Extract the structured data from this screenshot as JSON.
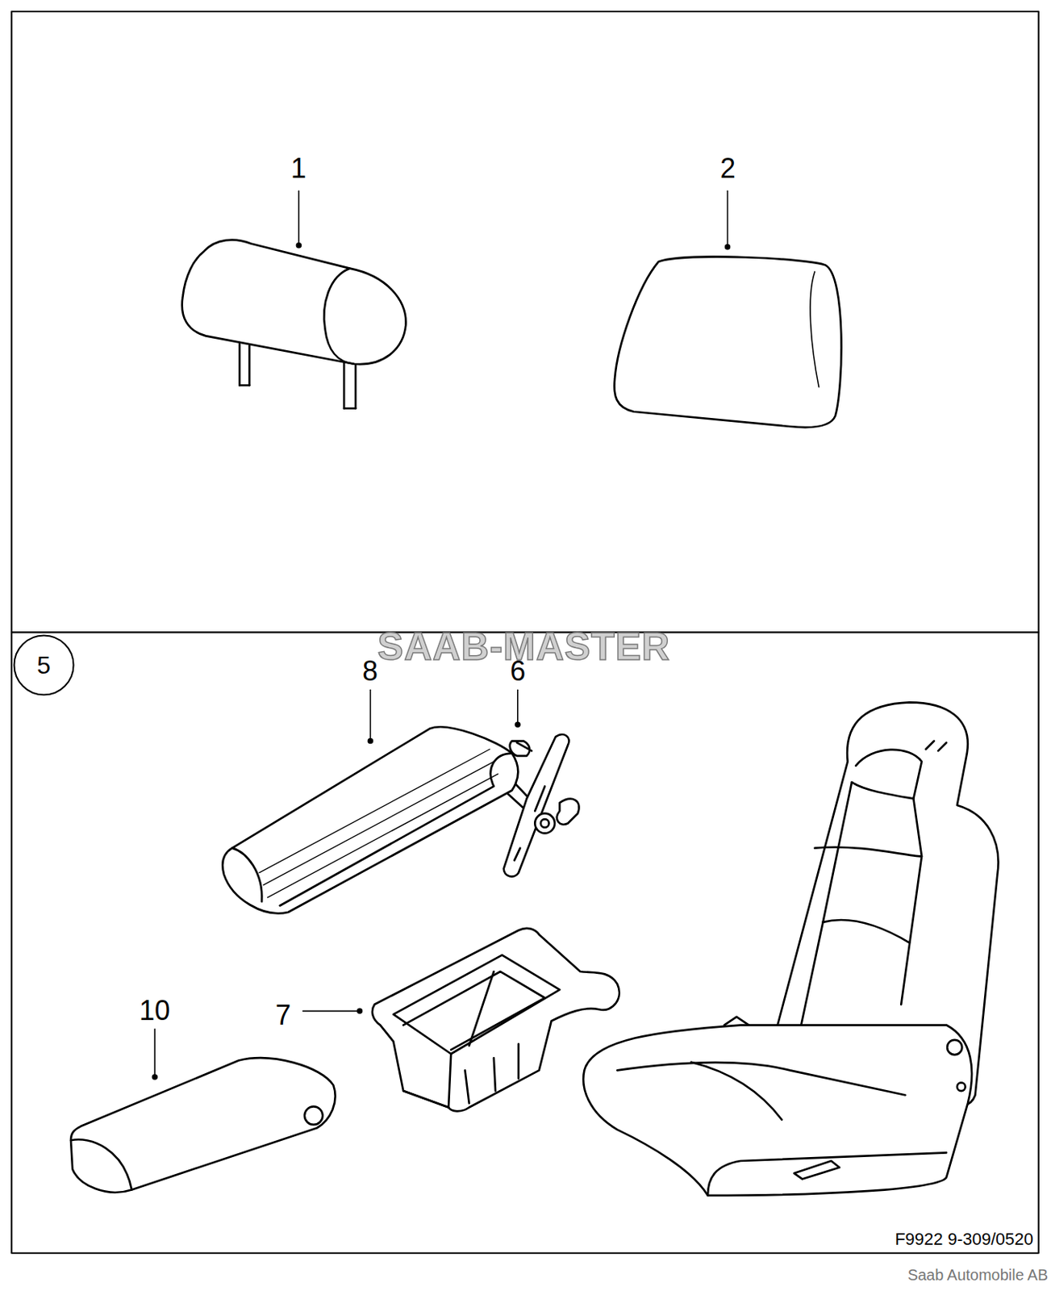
{
  "diagram": {
    "nodes": [
      {
        "text": [
          "5"
        ]
      }
    ],
    "labels": [
      "1",
      "2",
      "SAAB-MASTER",
      "8",
      "6",
      "10",
      "7",
      "F9922 9-309/0520",
      "Saab Automobile AB"
    ]
  }
}
